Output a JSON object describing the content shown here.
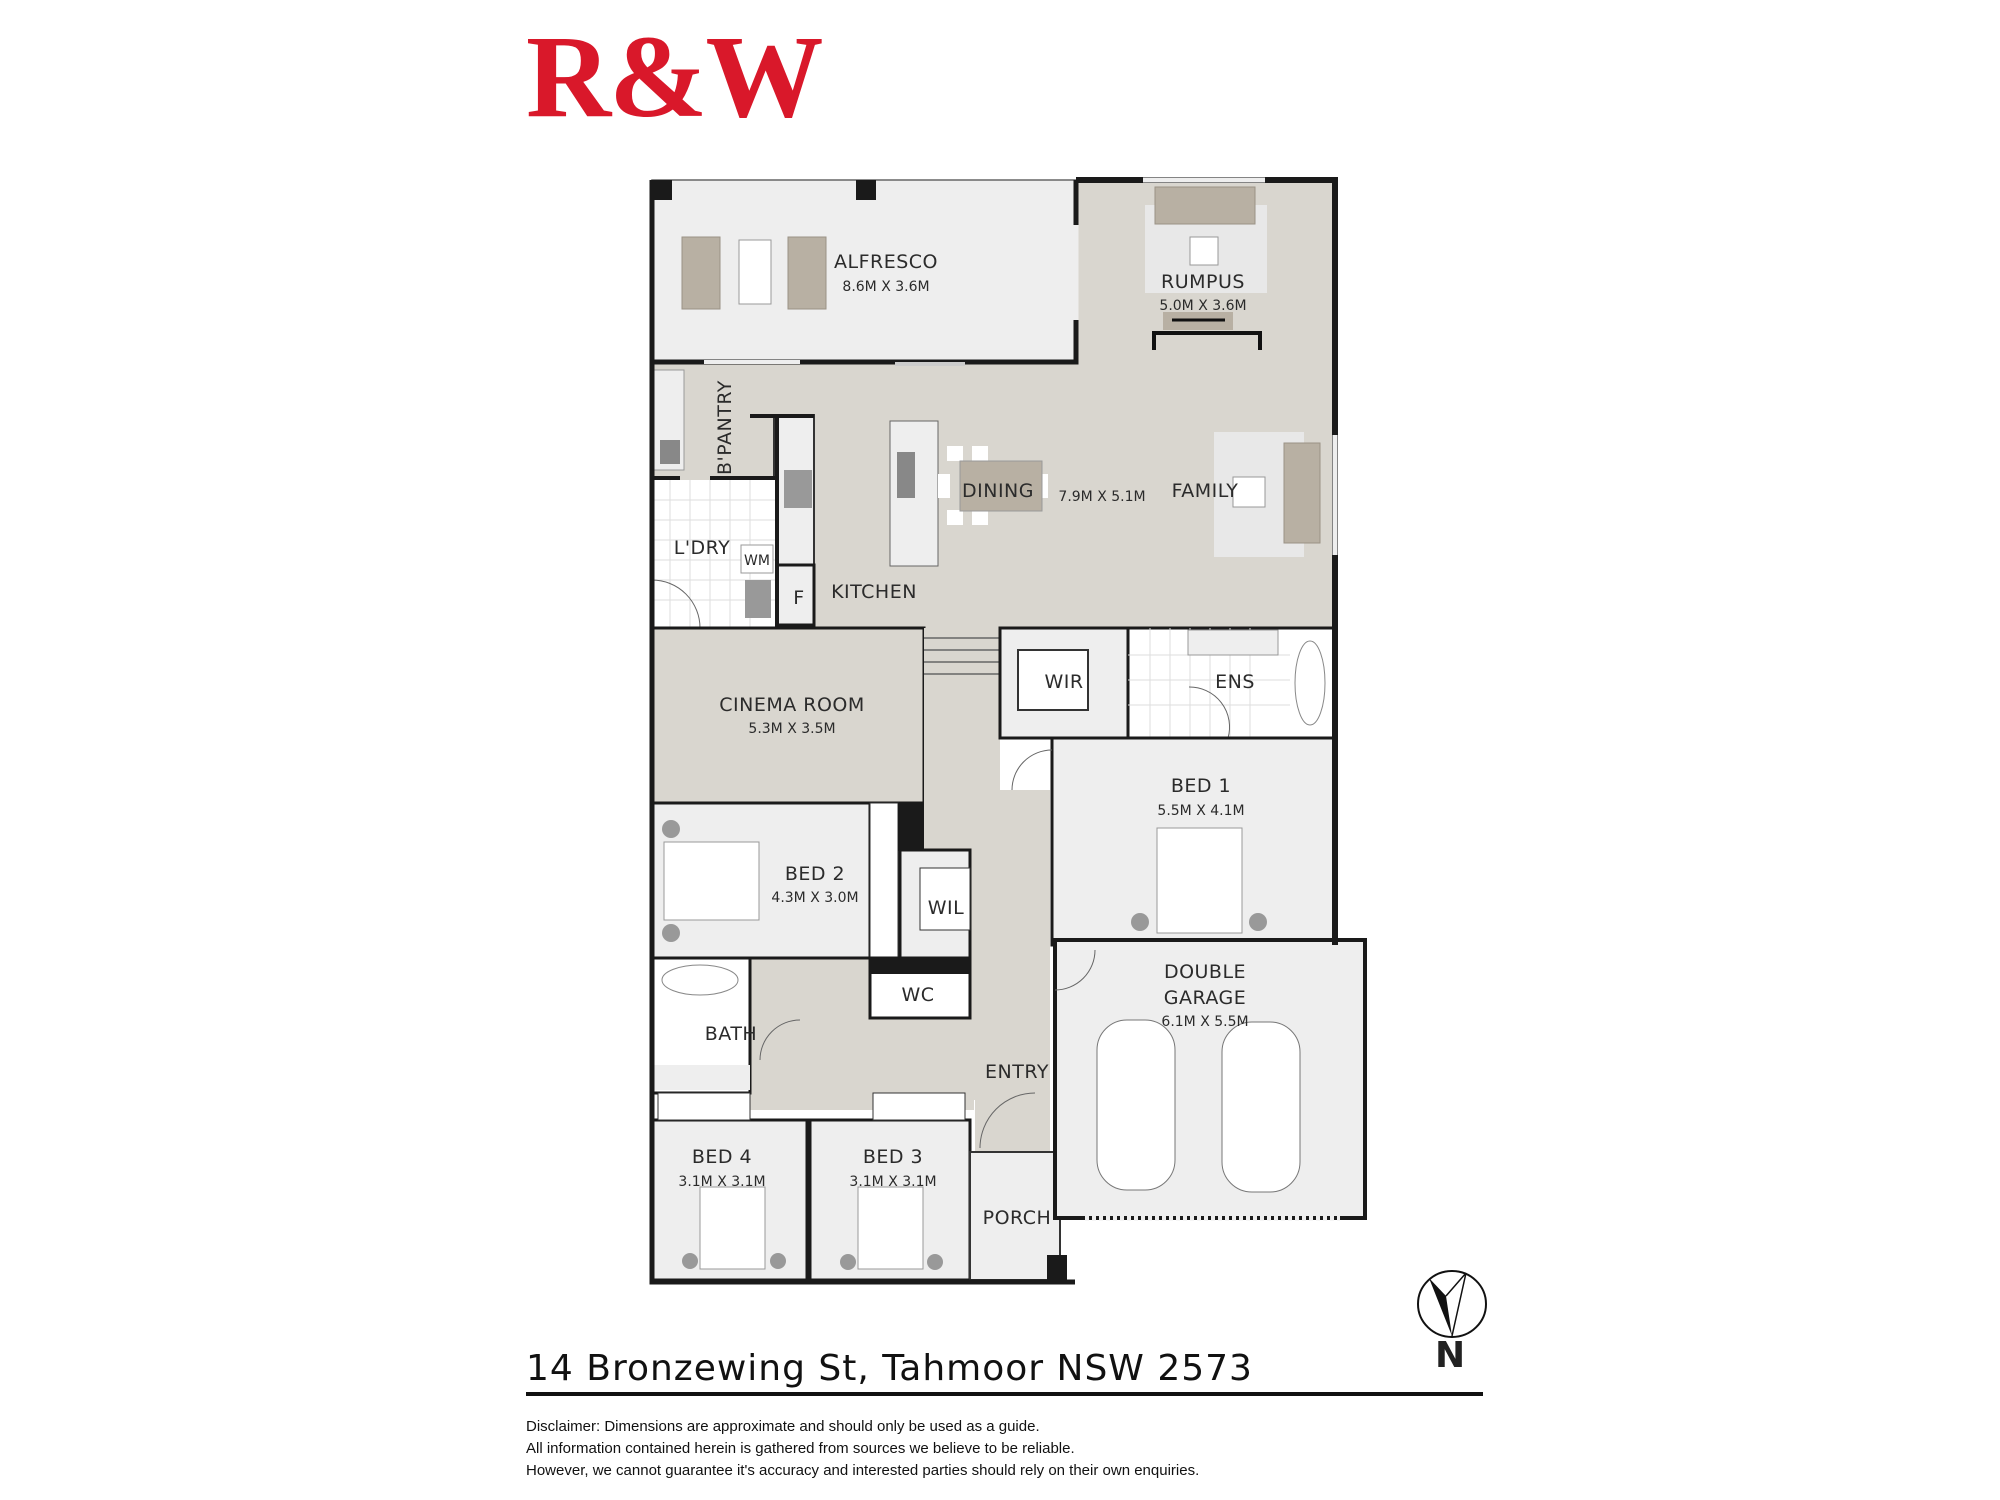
{
  "brand": {
    "logo_text": "R&W",
    "color": "#d9182a"
  },
  "address": "14 Bronzewing St, Tahmoor NSW 2573",
  "compass": {
    "label": "N"
  },
  "disclaimer": {
    "line1": "Disclaimer: Dimensions are approximate and should only be used as a guide.",
    "line2": "All information contained herein is gathered from sources we believe to be reliable.",
    "line3": "However, we cannot guarantee it's accuracy and interested parties should rely on their own enquiries."
  },
  "colors": {
    "living_area": "#d9d6cf",
    "room_light": "#eeeeee",
    "wall": "#1a1a1a",
    "furniture": "#b8b0a3"
  },
  "rooms": {
    "alfresco": {
      "name": "ALFRESCO",
      "dims": "8.6M X 3.6M"
    },
    "rumpus": {
      "name": "RUMPUS",
      "dims": "5.0M X 3.6M"
    },
    "bpantry": {
      "name": "B'PANTRY"
    },
    "dining": {
      "name": "DINING",
      "dims": "7.9M X 5.1M"
    },
    "family": {
      "name": "FAMILY"
    },
    "laundry": {
      "name": "L'DRY",
      "wm": "WM"
    },
    "kitchen": {
      "name": "KITCHEN",
      "fridge": "F"
    },
    "cinema": {
      "name": "CINEMA ROOM",
      "dims": "5.3M X 3.5M"
    },
    "wir": {
      "name": "WIR"
    },
    "ens": {
      "name": "ENS"
    },
    "bed1": {
      "name": "BED 1",
      "dims": "5.5M X 4.1M"
    },
    "bed2": {
      "name": "BED 2",
      "dims": "4.3M X 3.0M"
    },
    "wil": {
      "name": "WIL"
    },
    "wc": {
      "name": "WC"
    },
    "bath": {
      "name": "BATH"
    },
    "entry": {
      "name": "ENTRY"
    },
    "garage": {
      "name1": "DOUBLE",
      "name2": "GARAGE",
      "dims": "6.1M X 5.5M"
    },
    "bed4": {
      "name": "BED 4",
      "dims": "3.1M X 3.1M"
    },
    "bed3": {
      "name": "BED 3",
      "dims": "3.1M X 3.1M"
    },
    "porch": {
      "name": "PORCH"
    }
  }
}
